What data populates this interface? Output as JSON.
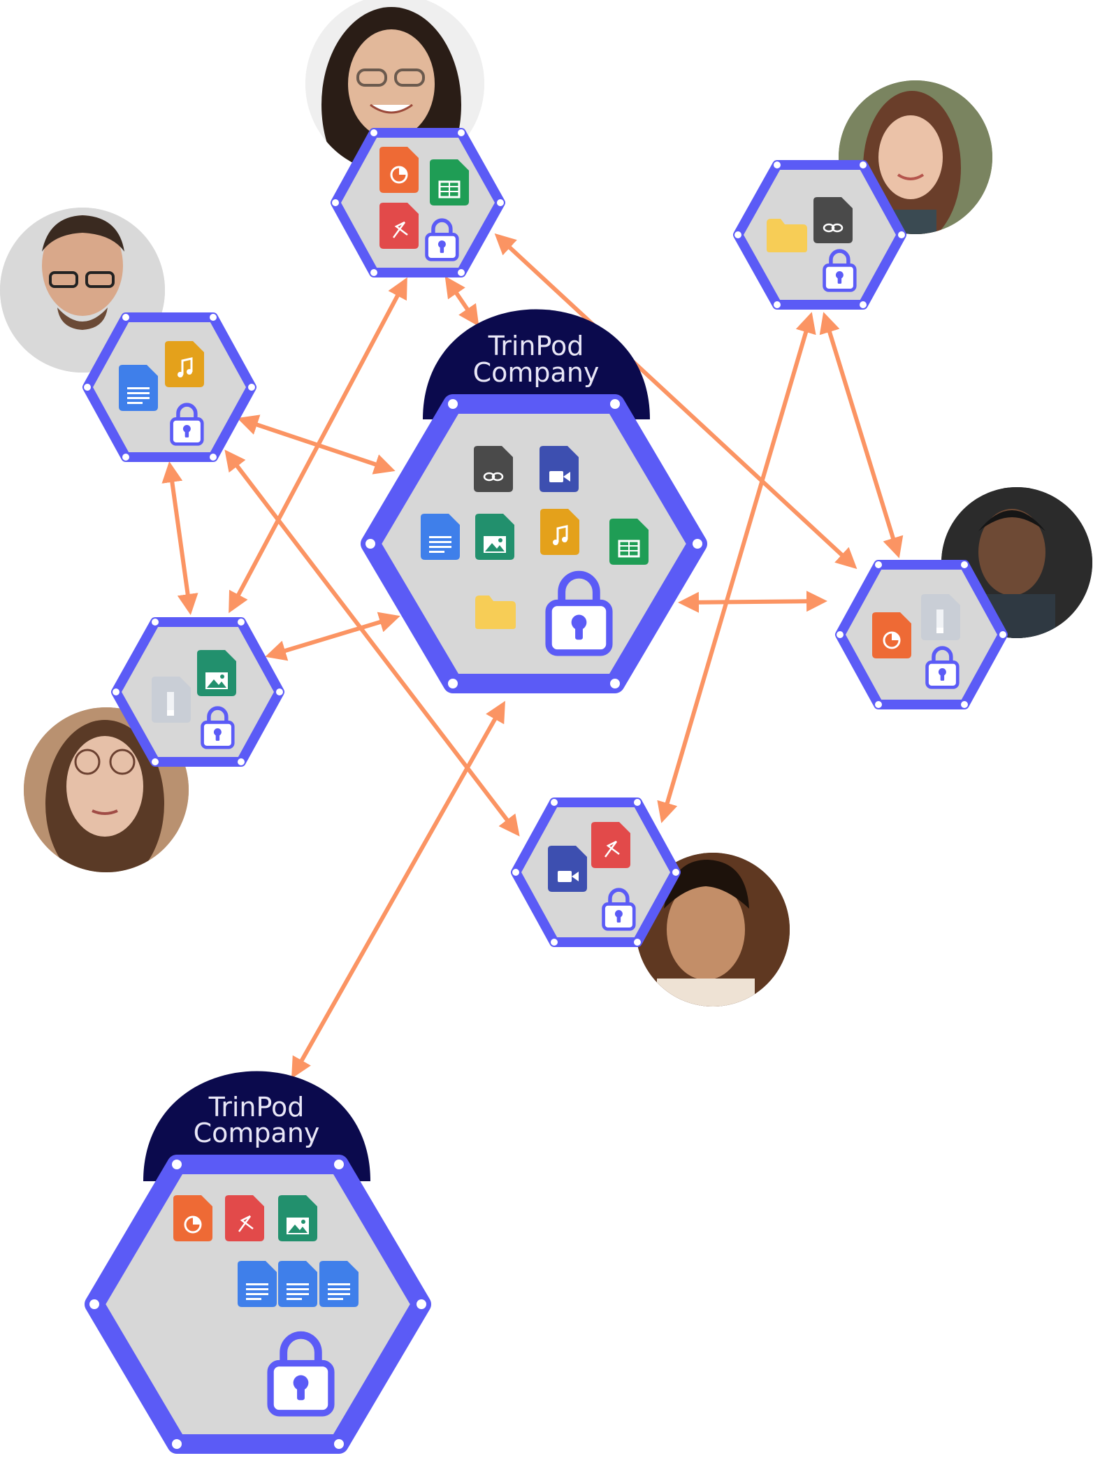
{
  "colors": {
    "hex_stroke": "#5b5bf6",
    "hex_fill": "#d7d7d7",
    "arrow": "#fb9463",
    "dome": "#0b0a4d",
    "label_text": "#e9e7f7"
  },
  "pods": [
    {
      "id": "main",
      "name_line1": "TrinPod",
      "name_line2": "Company"
    },
    {
      "id": "secondary",
      "name_line1": "TrinPod",
      "name_line2": "Company"
    }
  ],
  "users": [
    {
      "id": "top",
      "photo": "woman-with-glasses-avatar",
      "files": [
        "slides-file",
        "sheets-file",
        "pdf-file"
      ]
    },
    {
      "id": "upper-left",
      "photo": "man-with-glasses-avatar",
      "files": [
        "docs-file",
        "audio-file"
      ]
    },
    {
      "id": "upper-right",
      "photo": "woman-avatar",
      "files": [
        "folder",
        "link-file"
      ]
    },
    {
      "id": "right",
      "photo": "man-avatar",
      "files": [
        "slides-file",
        "archive-file"
      ]
    },
    {
      "id": "left",
      "photo": "woman-with-round-glasses-avatar",
      "files": [
        "archive-file",
        "image-file"
      ]
    },
    {
      "id": "bottom-center",
      "photo": "boy-avatar",
      "files": [
        "video-file",
        "pdf-file"
      ]
    }
  ],
  "main_pod_files": [
    "link-file",
    "video-file",
    "docs-file",
    "image-file",
    "audio-file",
    "sheets-file",
    "folder"
  ],
  "secondary_pod_files": [
    "slides-file",
    "pdf-file",
    "image-file",
    "docs-file",
    "docs-file",
    "docs-file"
  ]
}
